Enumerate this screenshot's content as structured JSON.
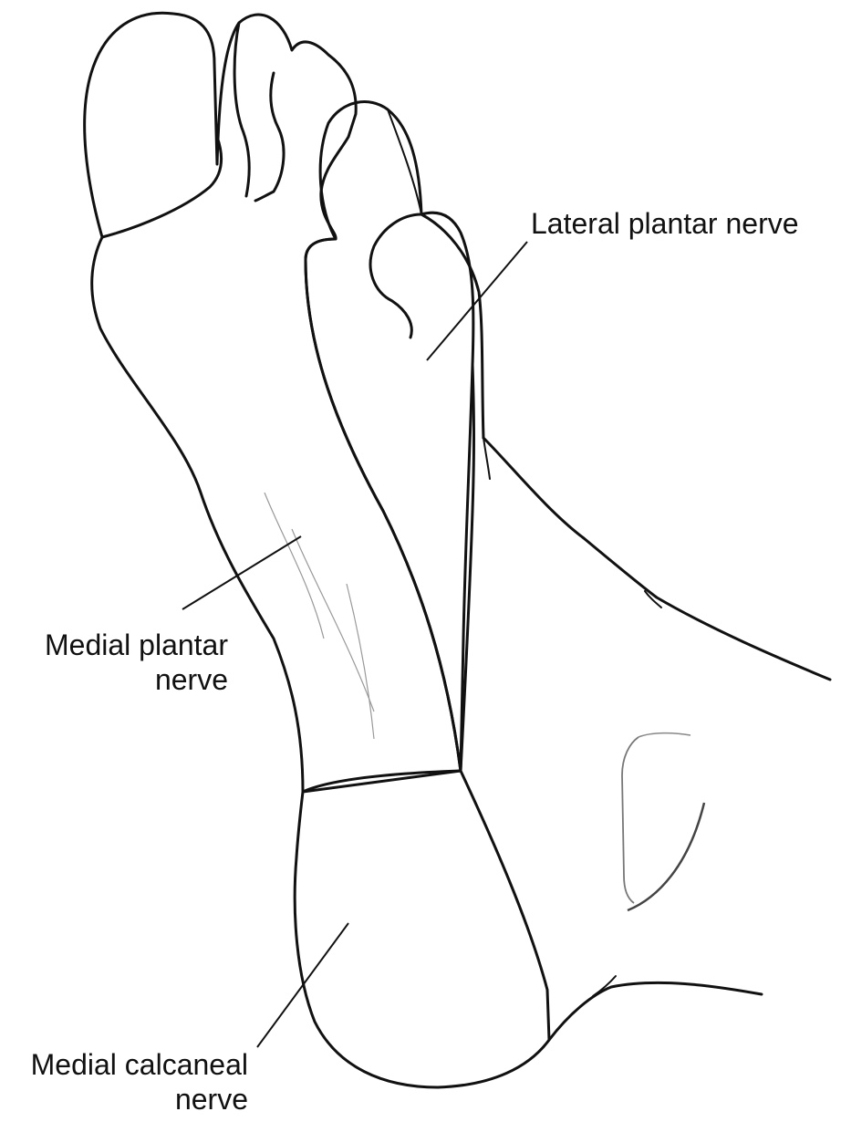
{
  "figure": {
    "subject": "Plantar view of foot showing cutaneous nerve distribution",
    "background_color": "#ffffff",
    "line_color": "#111111"
  },
  "legend_patterns": {
    "medial_plantar": "diagonal-hatch",
    "lateral_plantar": "dot-stipple",
    "medial_calcaneal": "dot-stipple"
  },
  "labels": {
    "lateral_plantar": {
      "line1": "Lateral plantar nerve"
    },
    "medial_plantar": {
      "line1": "Medial plantar",
      "line2": "nerve"
    },
    "medial_calcaneal": {
      "line1": "Medial calcaneal",
      "line2": "nerve"
    }
  }
}
